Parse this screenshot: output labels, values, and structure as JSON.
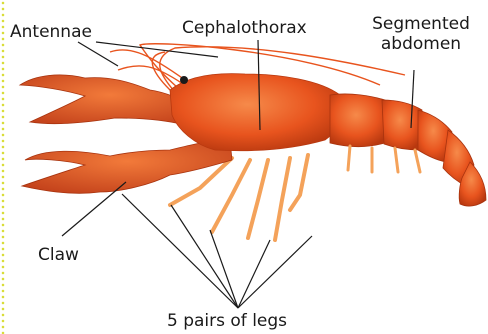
{
  "labels": {
    "antennae": "Antennae",
    "cephalothorax": "Cephalothorax",
    "abdomen_line1": "Segmented",
    "abdomen_line2": "abdomen",
    "claw": "Claw",
    "legs": "5 pairs of legs"
  },
  "colors": {
    "body": "#e8541e",
    "body_dark": "#c23d12",
    "body_light": "#f47a3e",
    "legs": "#f4a25a",
    "leader": "#1a1a1a",
    "margin_dots": "#d9dd3a"
  }
}
